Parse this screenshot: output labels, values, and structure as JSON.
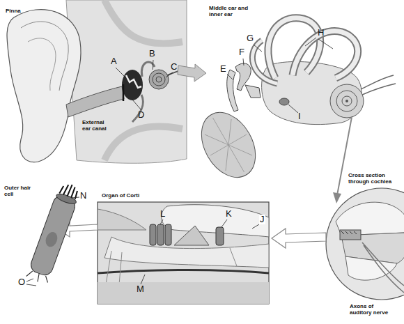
{
  "diagram": {
    "labels": [
      "Pinna",
      "A",
      "B",
      "C",
      "External ear canal",
      "D",
      "Middle ear and inner ear",
      "E",
      "F",
      "G",
      "H",
      "I",
      "Cross section through cochlea",
      "Axons of auditory nerve",
      "Organ of Corti",
      "L",
      "K",
      "J",
      "M",
      "Outer hair cell",
      "N",
      "O"
    ]
  }
}
